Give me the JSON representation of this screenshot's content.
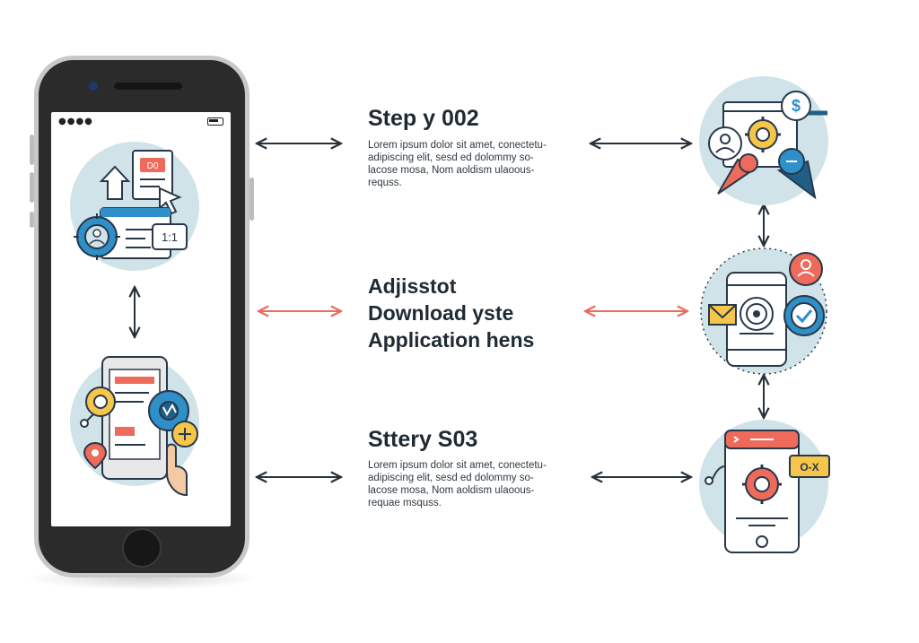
{
  "steps": [
    {
      "title": "Step y 002",
      "body": "Lorem ipsum dolor sit amet, conectetu- adipiscing elit, sesd ed dolommy so- lacose mosa, Nom aoldism ulaoous- requss."
    },
    {
      "title_line1": "Adjisstot",
      "title_line2": "Download yste",
      "title_line3": "Application hens"
    },
    {
      "title": "Sttery S03",
      "body": "Lorem ipsum dolor sit amet, conectetu- adipiscing elit, sesd ed dolommy so- lacose mosa, Nom aoldism ulaoous- requae msquss."
    }
  ],
  "screen_icons": {
    "top_badge": "1:1",
    "top_doc_label": "D0"
  },
  "right_icons": {
    "bottom_badge": "O-X"
  },
  "colors": {
    "teal_circle": "#cfe3e8",
    "coral": "#ee6a5b",
    "blue": "#2f8fc8",
    "dark_blue": "#1f5f86",
    "yellow": "#f5c64a",
    "navy": "#28384a",
    "arrow_dark": "#28323b",
    "arrow_coral": "#ec6b5e"
  }
}
